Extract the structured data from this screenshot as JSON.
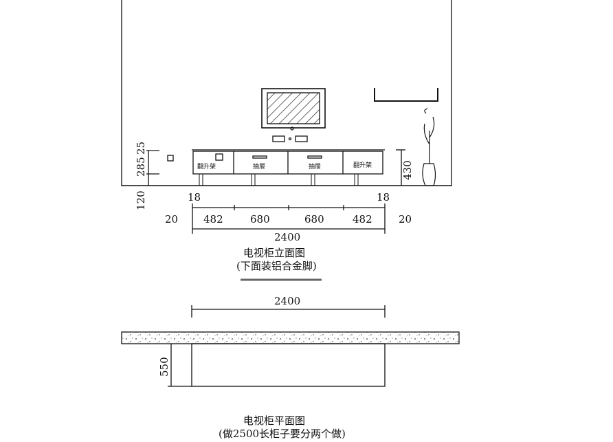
{
  "elevation": {
    "dims": {
      "h285": "285",
      "h25": "25",
      "h120": "120",
      "h430": "430",
      "d18l": "18",
      "d18r": "18",
      "d20l": "20",
      "d20r": "20",
      "w482a": "482",
      "w680a": "680",
      "w680b": "680",
      "w482b": "482",
      "total": "2400"
    },
    "labels": {
      "left": "翻升架",
      "drawer1": "抽屉",
      "drawer2": "抽屉",
      "right": "翻升架"
    },
    "title": "电视柜立面图",
    "subtitle": "(下面装铝合金脚)"
  },
  "plan": {
    "dims": {
      "total": "2400",
      "depth": "550"
    },
    "title": "电视柜平面图",
    "subtitle": "(做2500长柜子要分两个做)"
  }
}
